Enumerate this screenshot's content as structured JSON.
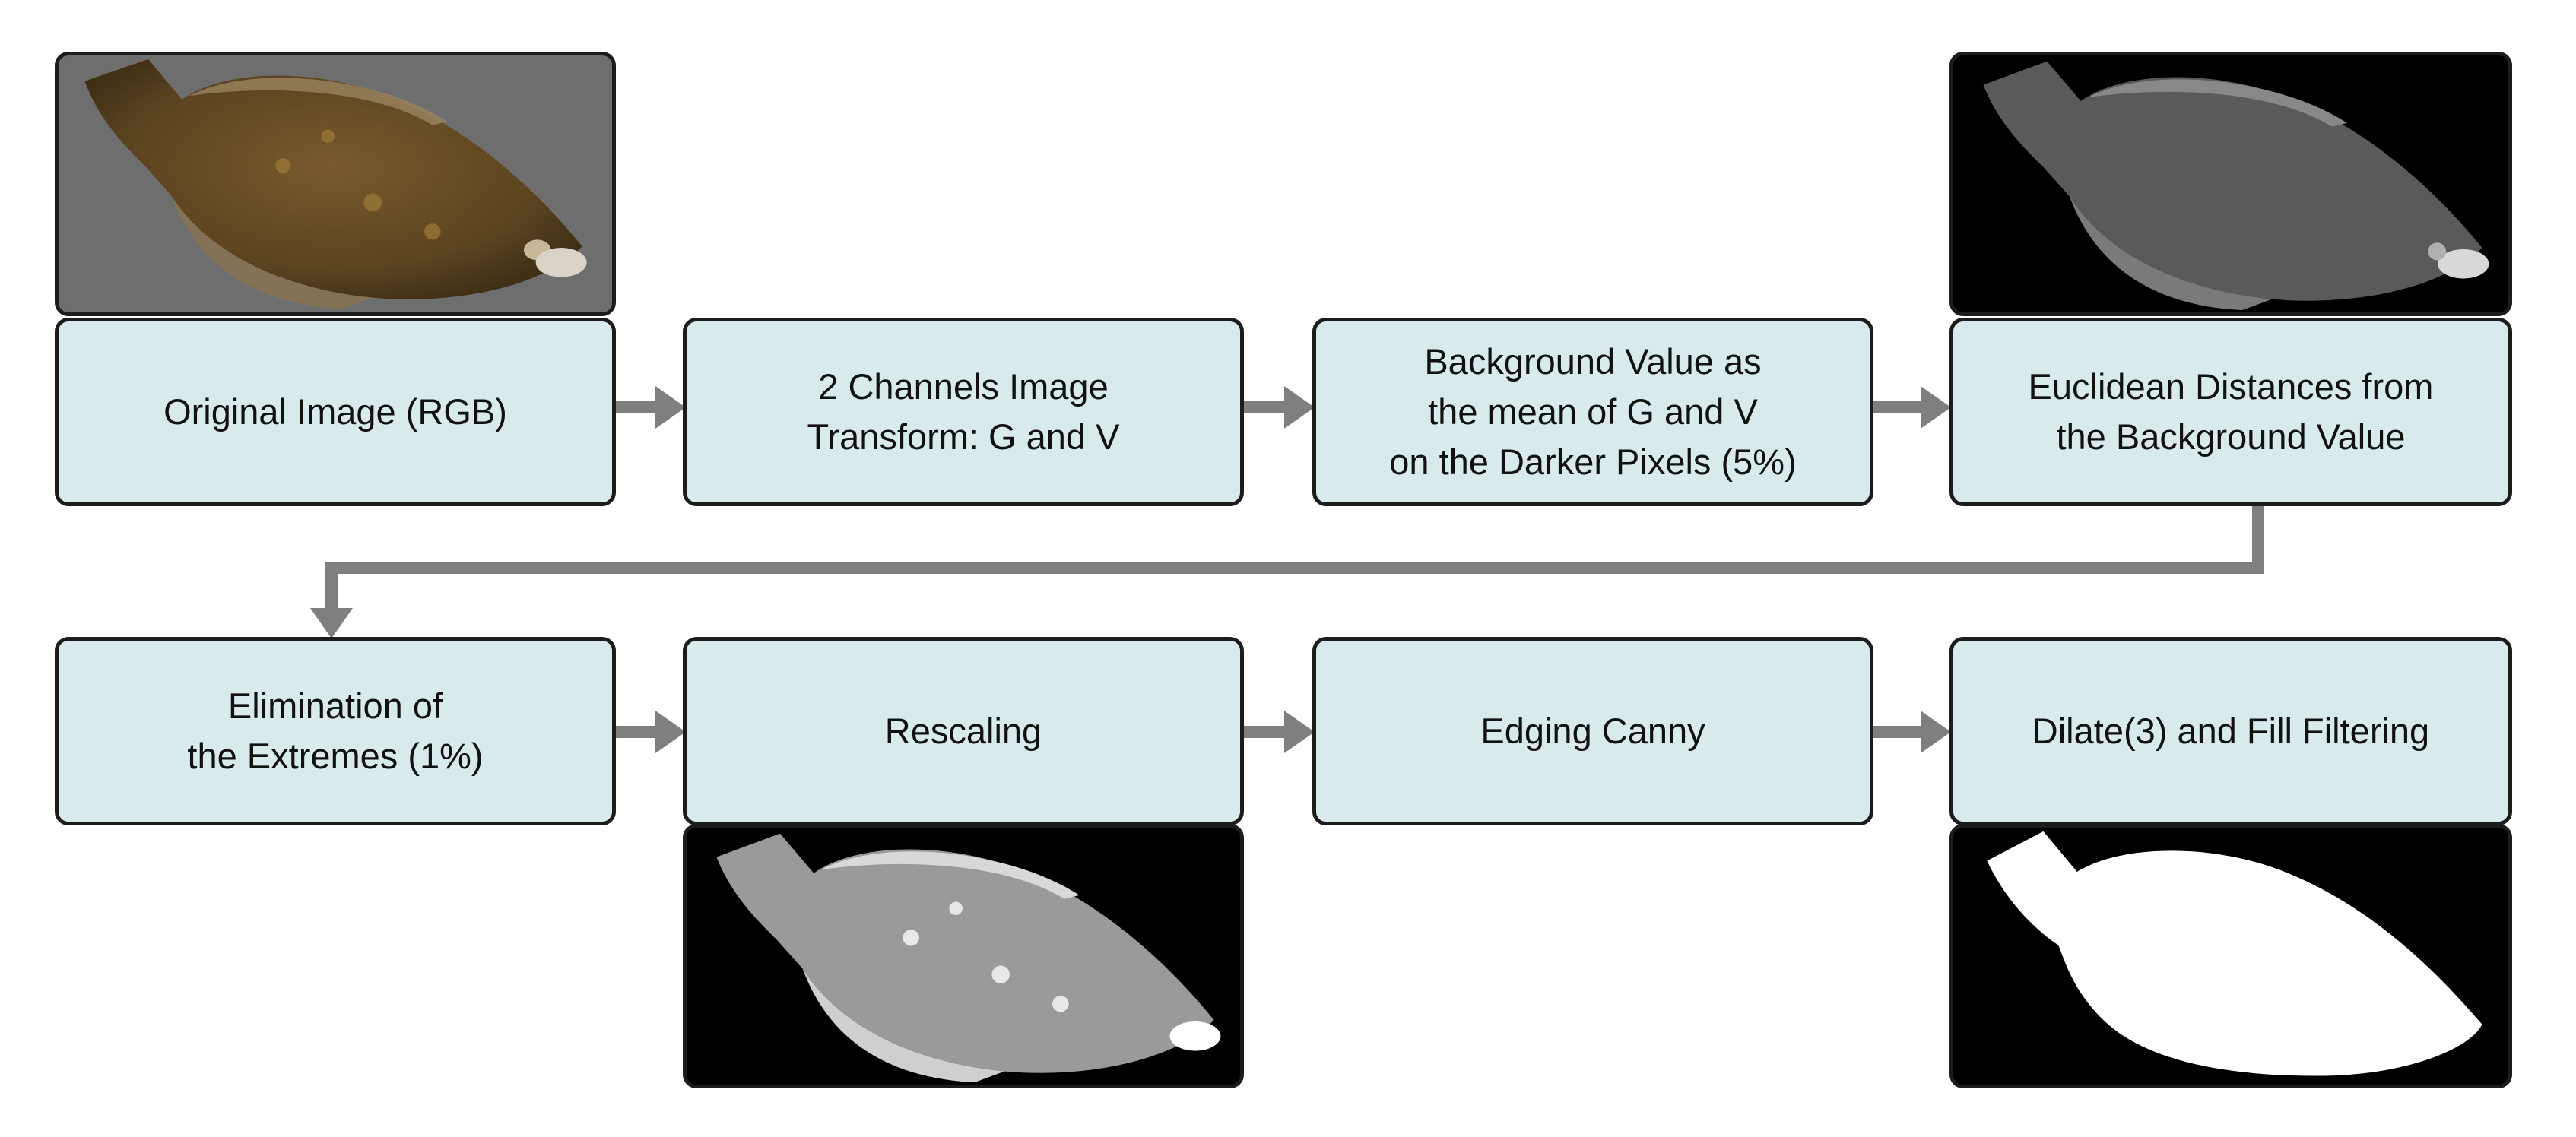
{
  "steps": [
    {
      "label": "Original Image (RGB)"
    },
    {
      "label": "2 Channels Image\nTransform: G and V"
    },
    {
      "label": "Background Value as\nthe mean of G and V\non the Darker Pixels (5%)"
    },
    {
      "label": "Euclidean Distances from\nthe Background Value"
    },
    {
      "label": "Elimination of\nthe Extremes (1%)"
    },
    {
      "label": "Rescaling"
    },
    {
      "label": "Edging Canny"
    },
    {
      "label": "Dilate(3) and Fill Filtering"
    }
  ],
  "images": [
    {
      "name": "original-rgb-fish-image",
      "style": "rgb"
    },
    {
      "name": "euclidean-distance-fish-image",
      "style": "gray"
    },
    {
      "name": "rescaled-fish-image",
      "style": "highcontrast"
    },
    {
      "name": "filled-mask-fish-image",
      "style": "mask"
    }
  ],
  "colors": {
    "box_fill": "#d8eaec",
    "box_border": "#1c1c1c",
    "arrow": "#7f7f7f"
  }
}
